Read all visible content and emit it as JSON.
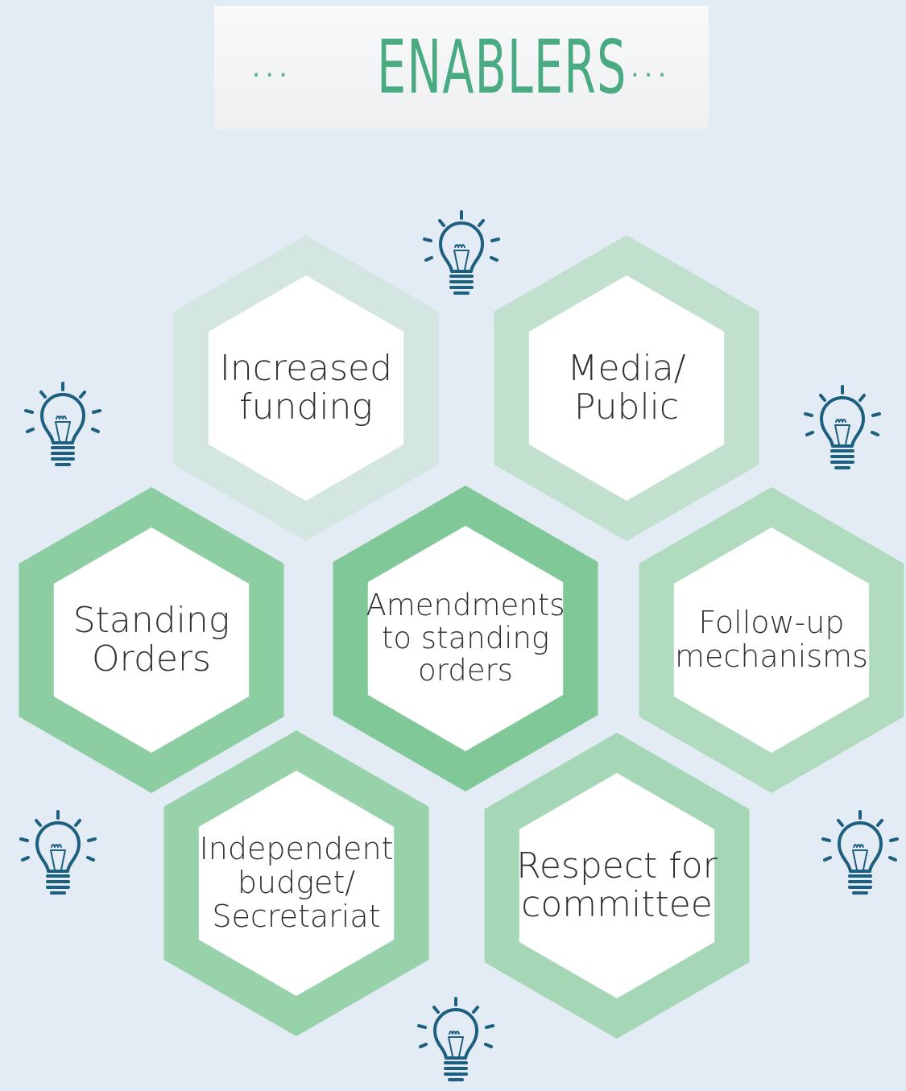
{
  "title": {
    "left_dots": "...",
    "text": "ENABLERS",
    "right_dots": "..."
  },
  "colors": {
    "background": "#e3ebf4",
    "icon": "#1d5f7f",
    "title": "#4aab82"
  },
  "icons": [
    "lightbulb-icon",
    "lightbulb-icon",
    "lightbulb-icon",
    "lightbulb-icon",
    "lightbulb-icon",
    "lightbulb-icon"
  ],
  "hexagons": [
    {
      "label": "Increased\nfunding",
      "ring_color": "#d3e6e1"
    },
    {
      "label": "Media/\nPublic",
      "ring_color": "#c2e0ce"
    },
    {
      "label": "Standing\nOrders",
      "ring_color": "#8ccda2"
    },
    {
      "label": "Amendments\nto standing\norders",
      "ring_color": "#80c898"
    },
    {
      "label": "Follow-up\nmechanisms",
      "ring_color": "#b0dbbf"
    },
    {
      "label": "Independent\nbudget/\nSecretariat",
      "ring_color": "#98d2ab"
    },
    {
      "label": "Respect for\ncommittee",
      "ring_color": "#a5d7b6"
    }
  ]
}
